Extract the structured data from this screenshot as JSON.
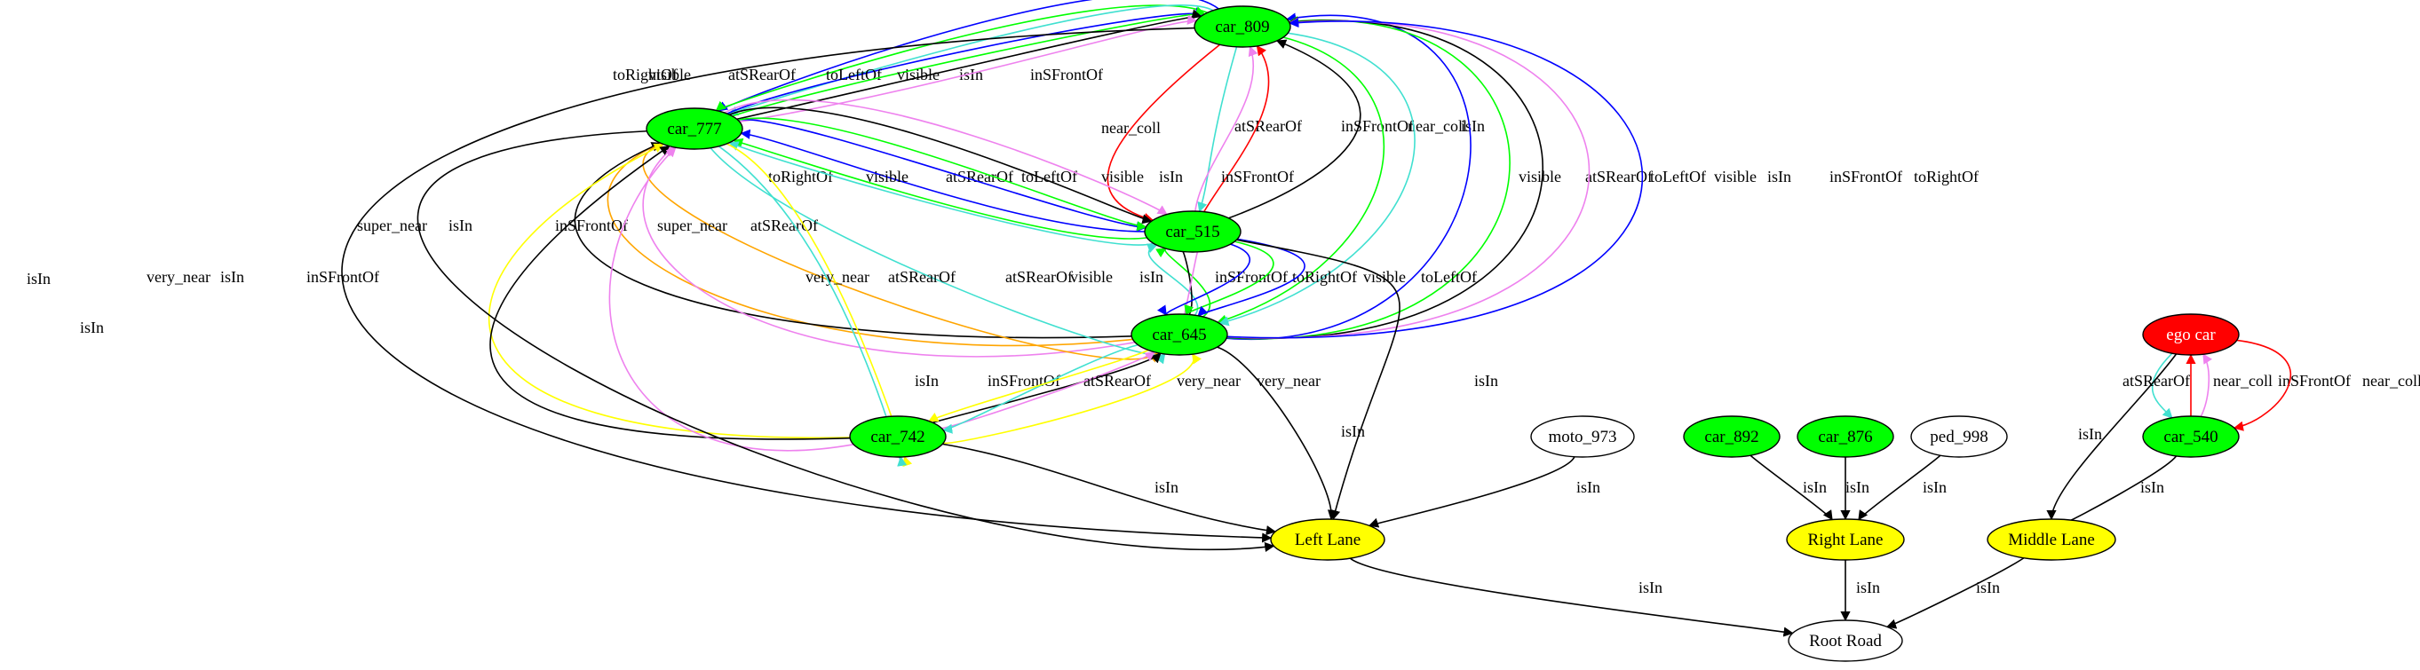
{
  "colors": {
    "green": "#00ff00",
    "yellow": "#ffff00",
    "red": "#ff0000",
    "white": "#ffffff",
    "black": "#000000",
    "blue": "#0000ff",
    "cyan": "#40e0d0",
    "violet": "#ee82ee",
    "orange": "#ffa500",
    "brightgreen": "#00ff00",
    "yel": "#ffff00"
  },
  "nodes": [
    {
      "id": "car_809",
      "label": "car_809",
      "fill": "green",
      "text": "black"
    },
    {
      "id": "car_777",
      "label": "car_777",
      "fill": "green",
      "text": "black"
    },
    {
      "id": "car_515",
      "label": "car_515",
      "fill": "green",
      "text": "black"
    },
    {
      "id": "car_645",
      "label": "car_645",
      "fill": "green",
      "text": "black"
    },
    {
      "id": "car_742",
      "label": "car_742",
      "fill": "green",
      "text": "black"
    },
    {
      "id": "moto_973",
      "label": "moto_973",
      "fill": "white",
      "text": "black"
    },
    {
      "id": "car_892",
      "label": "car_892",
      "fill": "green",
      "text": "black"
    },
    {
      "id": "car_876",
      "label": "car_876",
      "fill": "green",
      "text": "black"
    },
    {
      "id": "ped_998",
      "label": "ped_998",
      "fill": "white",
      "text": "black"
    },
    {
      "id": "ego_car",
      "label": "ego car",
      "fill": "red",
      "text": "white"
    },
    {
      "id": "car_540",
      "label": "car_540",
      "fill": "green",
      "text": "black"
    },
    {
      "id": "left_lane",
      "label": "Left Lane",
      "fill": "yellow",
      "text": "black"
    },
    {
      "id": "right_lane",
      "label": "Right Lane",
      "fill": "yellow",
      "text": "black"
    },
    {
      "id": "middle_lane",
      "label": "Middle Lane",
      "fill": "yellow",
      "text": "black"
    },
    {
      "id": "root_road",
      "label": "Root Road",
      "fill": "white",
      "text": "black"
    }
  ],
  "edges": [
    {
      "from": "car_809",
      "to": "car_777",
      "label": "toRightOf",
      "color": "blue"
    },
    {
      "from": "car_809",
      "to": "car_777",
      "label": "visible",
      "color": "brightgreen"
    },
    {
      "from": "car_809",
      "to": "car_777",
      "label": "atSRearOf",
      "color": "cyan"
    },
    {
      "from": "car_777",
      "to": "car_809",
      "label": "toLeftOf",
      "color": "blue"
    },
    {
      "from": "car_777",
      "to": "car_809",
      "label": "visible",
      "color": "brightgreen"
    },
    {
      "from": "car_777",
      "to": "car_809",
      "label": "isIn",
      "color": "black"
    },
    {
      "from": "car_777",
      "to": "car_809",
      "label": "inSFrontOf",
      "color": "violet"
    },
    {
      "from": "car_809",
      "to": "car_515",
      "label": "near_coll",
      "color": "red"
    },
    {
      "from": "car_809",
      "to": "car_515",
      "label": "atSRearOf",
      "color": "cyan"
    },
    {
      "from": "car_515",
      "to": "car_809",
      "label": "inSFrontOf",
      "color": "violet"
    },
    {
      "from": "car_515",
      "to": "car_809",
      "label": "near_coll",
      "color": "red"
    },
    {
      "from": "car_515",
      "to": "car_809",
      "label": "isIn",
      "color": "black"
    },
    {
      "from": "car_809",
      "to": "car_645",
      "label": "visible",
      "color": "brightgreen"
    },
    {
      "from": "car_809",
      "to": "car_645",
      "label": "atSRearOf",
      "color": "cyan"
    },
    {
      "from": "car_645",
      "to": "car_809",
      "label": "toLeftOf",
      "color": "blue"
    },
    {
      "from": "car_645",
      "to": "car_809",
      "label": "visible",
      "color": "brightgreen"
    },
    {
      "from": "car_645",
      "to": "car_809",
      "label": "isIn",
      "color": "black"
    },
    {
      "from": "car_645",
      "to": "car_809",
      "label": "inSFrontOf",
      "color": "violet"
    },
    {
      "from": "car_645",
      "to": "car_809",
      "label": "toRightOf",
      "color": "blue"
    },
    {
      "from": "car_809",
      "to": "left_lane",
      "label": "isIn",
      "color": "black"
    },
    {
      "from": "car_515",
      "to": "car_777",
      "label": "toRightOf",
      "color": "blue"
    },
    {
      "from": "car_515",
      "to": "car_777",
      "label": "visible",
      "color": "brightgreen"
    },
    {
      "from": "car_515",
      "to": "car_777",
      "label": "atSRearOf",
      "color": "cyan"
    },
    {
      "from": "car_777",
      "to": "car_515",
      "label": "toLeftOf",
      "color": "blue"
    },
    {
      "from": "car_777",
      "to": "car_515",
      "label": "visible",
      "color": "brightgreen"
    },
    {
      "from": "car_777",
      "to": "car_515",
      "label": "isIn",
      "color": "black"
    },
    {
      "from": "car_777",
      "to": "car_515",
      "label": "inSFrontOf",
      "color": "violet"
    },
    {
      "from": "car_645",
      "to": "car_777",
      "label": "super_near",
      "color": "orange"
    },
    {
      "from": "car_645",
      "to": "car_777",
      "label": "isIn",
      "color": "black"
    },
    {
      "from": "car_645",
      "to": "car_777",
      "label": "inSFrontOf",
      "color": "violet"
    },
    {
      "from": "car_777",
      "to": "car_645",
      "label": "super_near",
      "color": "orange"
    },
    {
      "from": "car_777",
      "to": "car_645",
      "label": "atSRearOf",
      "color": "cyan"
    },
    {
      "from": "car_742",
      "to": "car_777",
      "label": "very_near",
      "color": "yel"
    },
    {
      "from": "car_742",
      "to": "car_777",
      "label": "isIn",
      "color": "black"
    },
    {
      "from": "car_742",
      "to": "car_777",
      "label": "inSFrontOf",
      "color": "violet"
    },
    {
      "from": "car_777",
      "to": "car_742",
      "label": "very_near",
      "color": "yel"
    },
    {
      "from": "car_777",
      "to": "car_742",
      "label": "atSRearOf",
      "color": "cyan"
    },
    {
      "from": "car_777",
      "to": "left_lane",
      "label": "isIn",
      "color": "black"
    },
    {
      "from": "car_645",
      "to": "car_515",
      "label": "atSRearOf",
      "color": "cyan"
    },
    {
      "from": "car_645",
      "to": "car_515",
      "label": "visible",
      "color": "brightgreen"
    },
    {
      "from": "car_645",
      "to": "car_515",
      "label": "isIn",
      "color": "black"
    },
    {
      "from": "car_645",
      "to": "car_515",
      "label": "inSFrontOf",
      "color": "violet"
    },
    {
      "from": "car_515",
      "to": "car_645",
      "label": "toRightOf",
      "color": "blue"
    },
    {
      "from": "car_515",
      "to": "car_645",
      "label": "visible",
      "color": "brightgreen"
    },
    {
      "from": "car_515",
      "to": "car_645",
      "label": "toLeftOf",
      "color": "blue"
    },
    {
      "from": "car_515",
      "to": "left_lane",
      "label": "isIn",
      "color": "black"
    },
    {
      "from": "car_742",
      "to": "car_645",
      "label": "isIn",
      "color": "black"
    },
    {
      "from": "car_742",
      "to": "car_645",
      "label": "inSFrontOf",
      "color": "violet"
    },
    {
      "from": "car_645",
      "to": "car_742",
      "label": "atSRearOf",
      "color": "cyan"
    },
    {
      "from": "car_645",
      "to": "car_742",
      "label": "very_near",
      "color": "yel"
    },
    {
      "from": "car_742",
      "to": "car_645",
      "label": "very_near",
      "color": "yel"
    },
    {
      "from": "car_645",
      "to": "left_lane",
      "label": "isIn",
      "color": "black"
    },
    {
      "from": "car_742",
      "to": "left_lane",
      "label": "isIn",
      "color": "black"
    },
    {
      "from": "moto_973",
      "to": "left_lane",
      "label": "isIn",
      "color": "black"
    },
    {
      "from": "car_892",
      "to": "right_lane",
      "label": "isIn",
      "color": "black"
    },
    {
      "from": "car_876",
      "to": "right_lane",
      "label": "isIn",
      "color": "black"
    },
    {
      "from": "ped_998",
      "to": "right_lane",
      "label": "isIn",
      "color": "black"
    },
    {
      "from": "ego_car",
      "to": "car_540",
      "label": "atSRearOf",
      "color": "cyan"
    },
    {
      "from": "car_540",
      "to": "ego_car",
      "label": "near_coll",
      "color": "red"
    },
    {
      "from": "car_540",
      "to": "ego_car",
      "label": "inSFrontOf",
      "color": "violet"
    },
    {
      "from": "ego_car",
      "to": "car_540",
      "label": "near_coll",
      "color": "red"
    },
    {
      "from": "ego_car",
      "to": "middle_lane",
      "label": "isIn",
      "color": "black"
    },
    {
      "from": "car_540",
      "to": "middle_lane",
      "label": "isIn",
      "color": "black"
    },
    {
      "from": "left_lane",
      "to": "root_road",
      "label": "isIn",
      "color": "black"
    },
    {
      "from": "right_lane",
      "to": "root_road",
      "label": "isIn",
      "color": "black"
    },
    {
      "from": "middle_lane",
      "to": "root_road",
      "label": "isIn",
      "color": "black"
    }
  ]
}
